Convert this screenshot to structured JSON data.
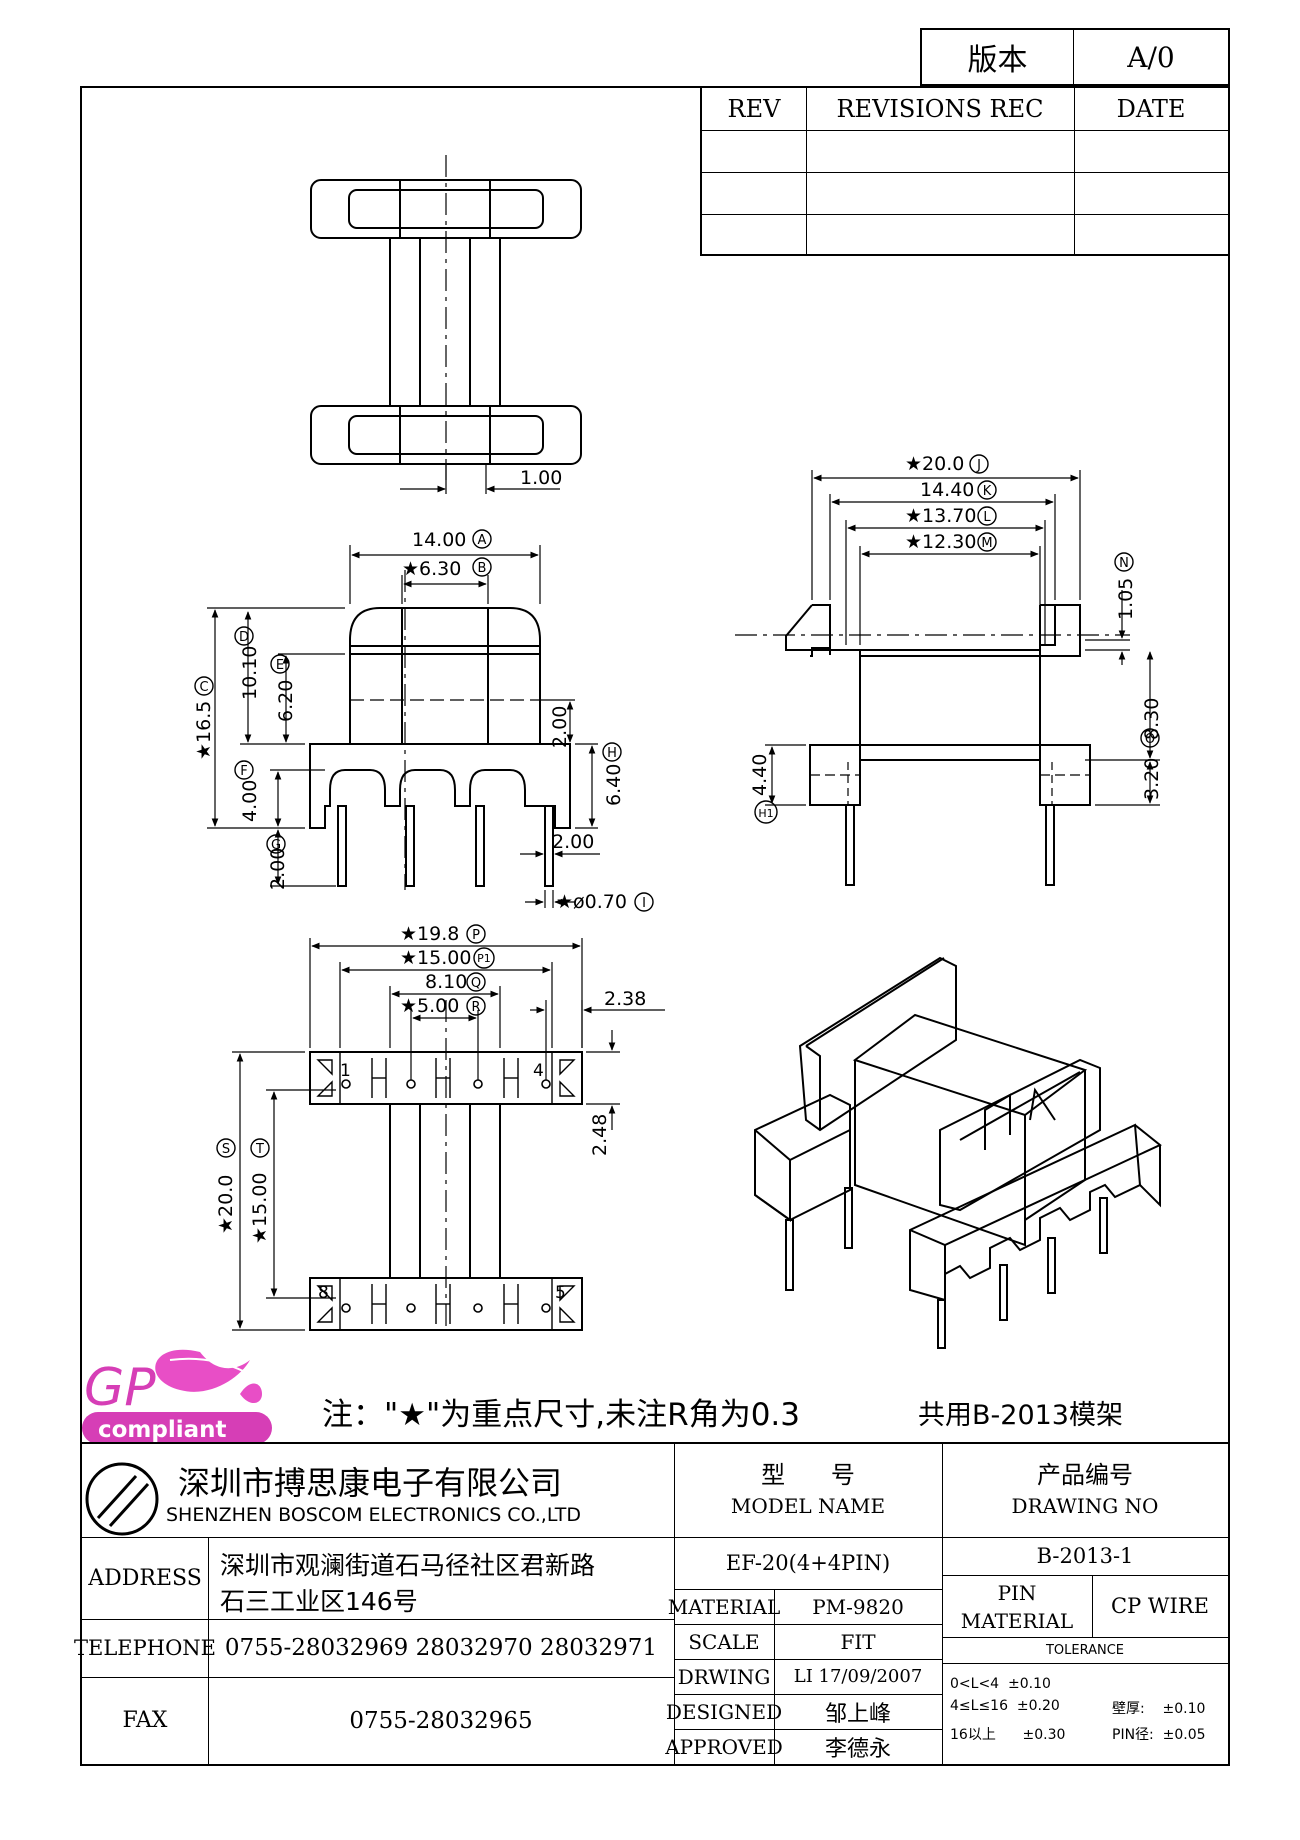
{
  "version_box": {
    "label": "版本",
    "value": "A/0"
  },
  "revision_table": {
    "headers": [
      "REV",
      "REVISIONS REC",
      "DATE"
    ]
  },
  "dims": {
    "d1": "1.00",
    "a": "14.00",
    "a_tag": "A",
    "b": "★6.30",
    "b_tag": "B",
    "c": "★16.5",
    "c_tag": "C",
    "d": "10.10",
    "d_tag": "D",
    "e": "6.20",
    "e_tag": "E",
    "pin_h": "2.00",
    "h": "6.40",
    "h_tag": "H",
    "f": "4.00",
    "f_tag": "F",
    "g": "2.00",
    "g_tag": "G",
    "pin_w": "2.00",
    "i": "★ø0.70",
    "i_tag": "I",
    "j": "★20.0",
    "j_tag": "J",
    "k": "14.40",
    "k_tag": "K",
    "l": "★13.70",
    "l_tag": "L",
    "m": "★12.30",
    "m_tag": "M",
    "n": "1.05",
    "n_tag": "N",
    "o": "8.30",
    "o_tag": "O",
    "h1": "4.40",
    "h1_tag": "H1",
    "r320": "3.20",
    "p": "★19.8",
    "p_tag": "P",
    "p1": "★15.00",
    "p1_tag": "P1",
    "q": "8.10",
    "q_tag": "Q",
    "r": "★5.00",
    "r_tag": "R",
    "w238": "2.38",
    "w248": "2.48",
    "s": "★20.0",
    "s_tag": "S",
    "t": "★15.00",
    "t_tag": "T",
    "pin1": "1",
    "pin4": "4",
    "pin8": "8",
    "pin5": "5"
  },
  "note": {
    "text": "注：\"★\"为重点尺寸,未注R角为0.3",
    "mold": "共用B-2013模架"
  },
  "logo": {
    "gp": "GP",
    "compliant": "compliant"
  },
  "company": {
    "name_cn": "深圳市搏思康电子有限公司",
    "name_en": "SHENZHEN BOSCOM ELECTRONICS CO.,LTD"
  },
  "info": {
    "address_label": "ADDRESS",
    "address_line1": "深圳市观澜街道石马径社区君新路",
    "address_line2": "石三工业区146号",
    "telephone_label": "TELEPHONE",
    "telephone": "0755-28032969 28032970 28032971",
    "fax_label": "FAX",
    "fax": "0755-28032965"
  },
  "model": {
    "label_cn": "型      号",
    "label_en": "MODEL NAME",
    "value": "EF-20(4+4PIN)"
  },
  "drawing": {
    "label_cn": "产品编号",
    "label_en": "DRAWING NO",
    "value": "B-2013-1"
  },
  "spec": {
    "material_label": "MATERIAL",
    "material": "PM-9820",
    "scale_label": "SCALE",
    "scale": "FIT",
    "drwing_label": "DRWING",
    "drwing": "LI 17/09/2007",
    "designed_label": "DESIGNED",
    "designed": "邹上峰",
    "approved_label": "APPROVED",
    "approved": "李德永"
  },
  "pin": {
    "label1": "PIN",
    "label2": "MATERIAL",
    "value": "CP WIRE"
  },
  "tolerance": {
    "title": "TOLERANCE",
    "r1": "0<L<4  ±0.10",
    "r2": "4≤L≤16  ±0.20",
    "r3": "16以上      ±0.30",
    "wall": "壁厚:    ±0.10",
    "pin_d": "PIN径:  ±0.05"
  }
}
